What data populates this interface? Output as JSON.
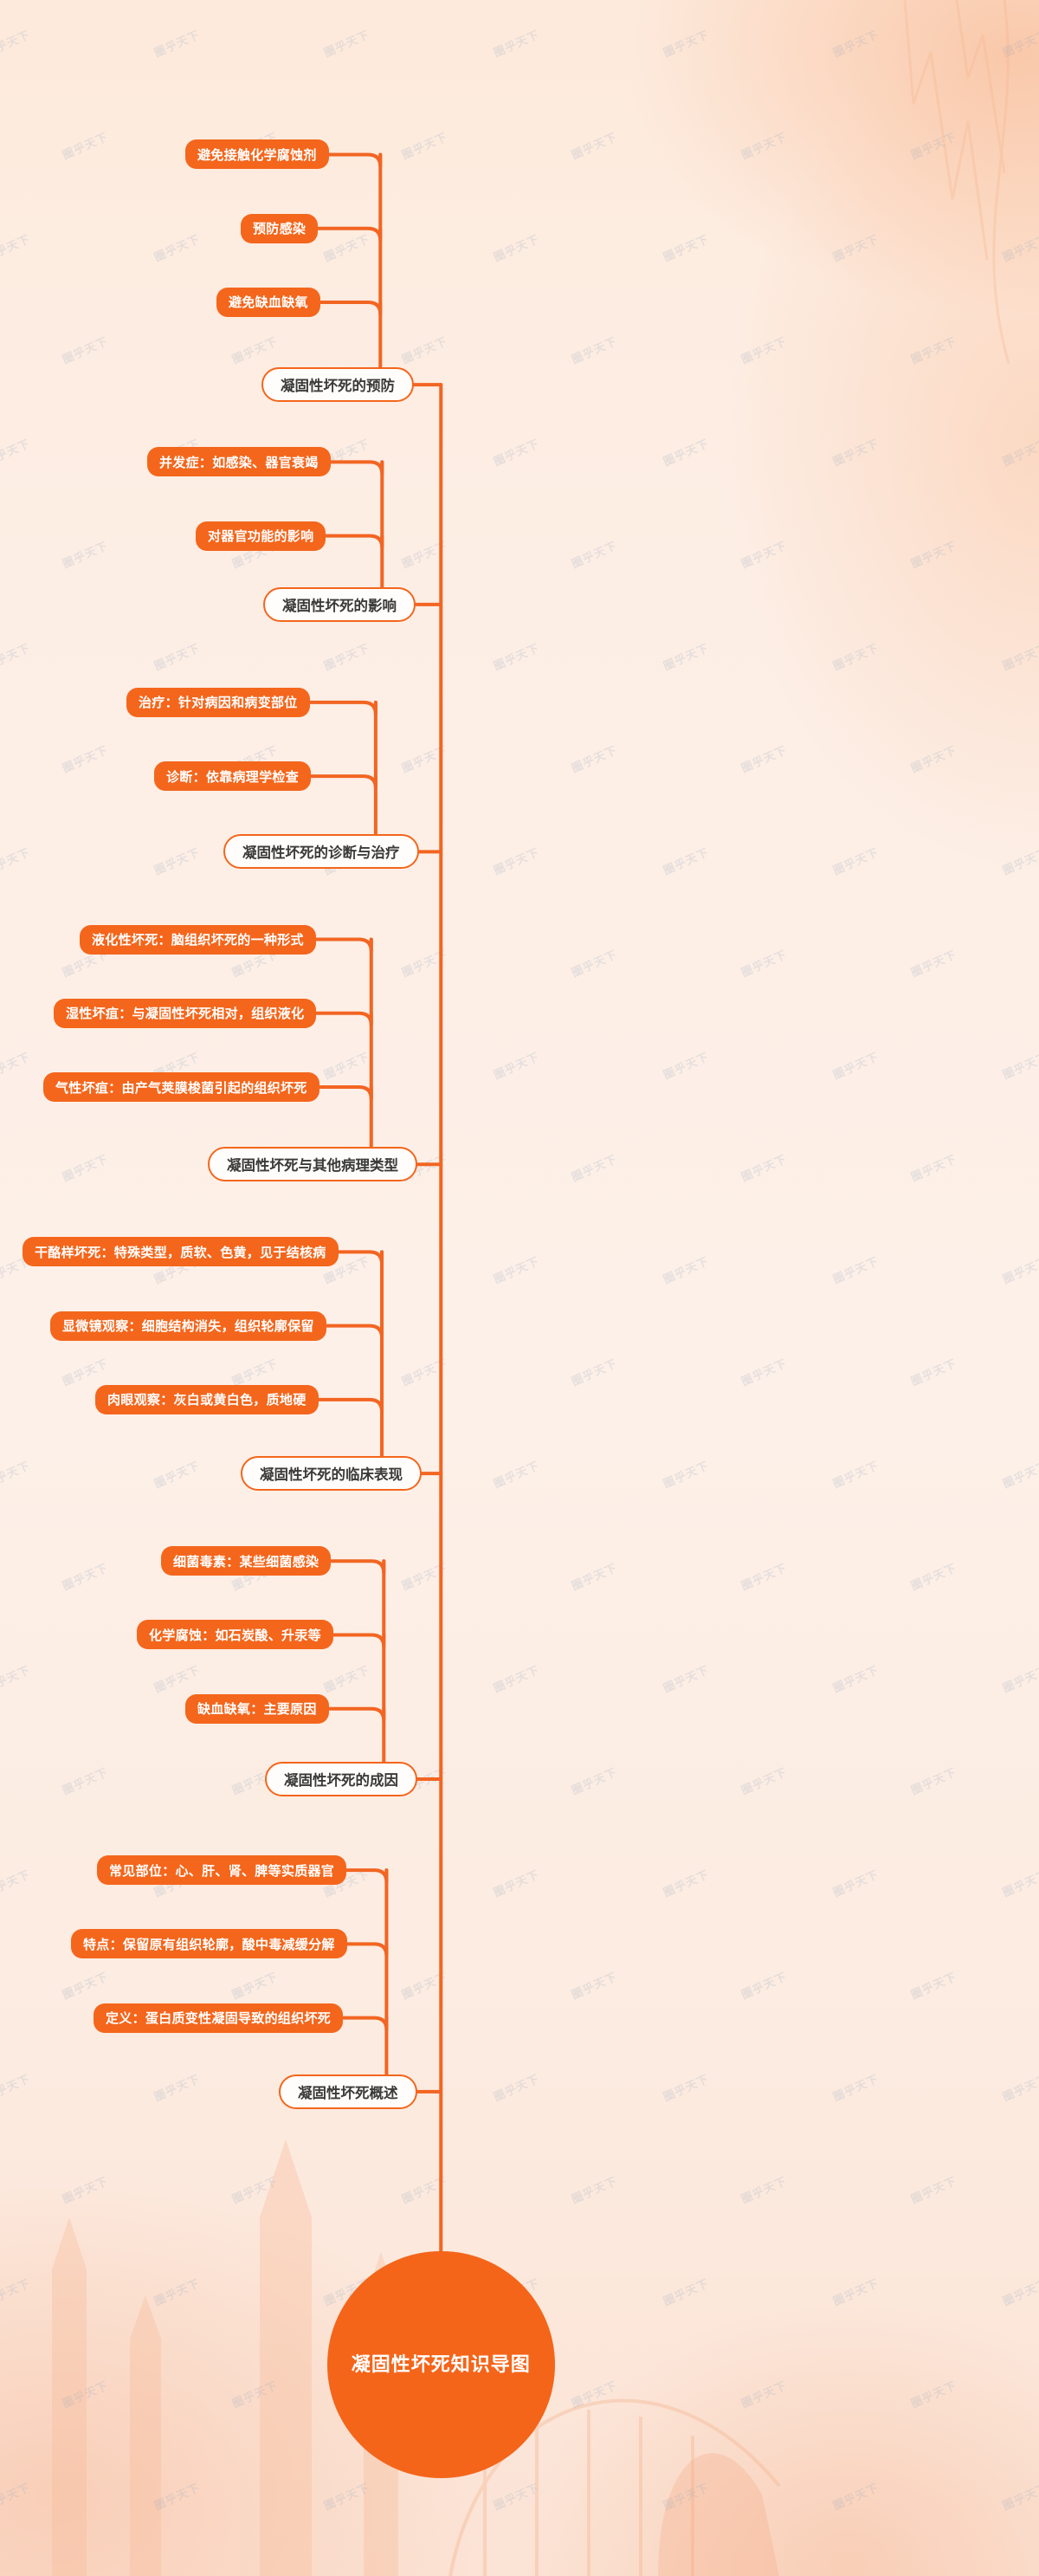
{
  "meta": {
    "title": "凝固性坏死知识导图",
    "accent": "#f4661c",
    "node_fill": "#f4661c",
    "branch_fill": "#fffdfb",
    "background": "#fdeee5",
    "watermark_text": "圈乎天下"
  },
  "root": {
    "label": "凝固性坏死知识导图"
  },
  "branches": [
    {
      "id": "prevention",
      "label": "凝固性坏死的预防",
      "leaves": [
        {
          "label": "避免接触化学腐蚀剂"
        },
        {
          "label": "预防感染"
        },
        {
          "label": "避免缺血缺氧"
        }
      ]
    },
    {
      "id": "impact",
      "label": "凝固性坏死的影响",
      "leaves": [
        {
          "label": "并发症：如感染、器官衰竭"
        },
        {
          "label": "对器官功能的影响"
        }
      ]
    },
    {
      "id": "diagnosis",
      "label": "凝固性坏死的诊断与治疗",
      "leaves": [
        {
          "label": "治疗：针对病因和病变部位"
        },
        {
          "label": "诊断：依靠病理学检查"
        }
      ]
    },
    {
      "id": "types",
      "label": "凝固性坏死与其他病理类型",
      "leaves": [
        {
          "label": "液化性坏死：脑组织坏死的一种形式"
        },
        {
          "label": "湿性坏疽：与凝固性坏死相对，组织液化"
        },
        {
          "label": "气性坏疽：由产气荚膜梭菌引起的组织坏死"
        }
      ]
    },
    {
      "id": "clinical",
      "label": "凝固性坏死的临床表现",
      "leaves": [
        {
          "label": "干酪样坏死：特殊类型，质软、色黄，见于结核病"
        },
        {
          "label": "显微镜观察：细胞结构消失，组织轮廓保留"
        },
        {
          "label": "肉眼观察：灰白或黄白色，质地硬"
        }
      ]
    },
    {
      "id": "causes",
      "label": "凝固性坏死的成因",
      "leaves": [
        {
          "label": "细菌毒素：某些细菌感染"
        },
        {
          "label": "化学腐蚀：如石炭酸、升汞等"
        },
        {
          "label": "缺血缺氧：主要原因"
        }
      ]
    },
    {
      "id": "overview",
      "label": "凝固性坏死概述",
      "leaves": [
        {
          "label": "常见部位：心、肝、肾、脾等实质器官"
        },
        {
          "label": "特点：保留原有组织轮廓，酸中毒减缓分解"
        },
        {
          "label": "定义：蛋白质变性凝固导致的组织坏死"
        }
      ]
    }
  ]
}
